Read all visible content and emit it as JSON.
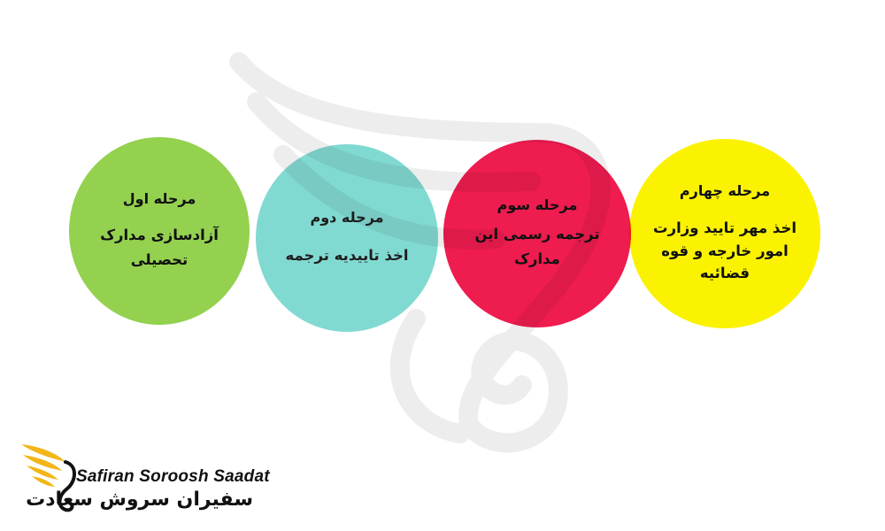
{
  "stages": [
    {
      "title": "مرحله اول",
      "desc": "آزادسازی مدارک تحصیلی",
      "color": "#93d14f"
    },
    {
      "title": "مرحله دوم",
      "desc": "اخذ تاییدیه ترجمه",
      "color": "#7ad8cf"
    },
    {
      "title": "مرحله سوم",
      "desc": "ترجمه رسمی این مدارک",
      "color": "#ee1c4f"
    },
    {
      "title": "مرحله چهارم",
      "desc": "اخذ مهر تایید وزارت امور خارجه و قوه قضائیه",
      "color": "#faf200"
    }
  ],
  "logo": {
    "english": "Safiran Soroosh Saadat",
    "persian": "سفیران سروش سعادت",
    "accent_color": "#f2b619"
  }
}
